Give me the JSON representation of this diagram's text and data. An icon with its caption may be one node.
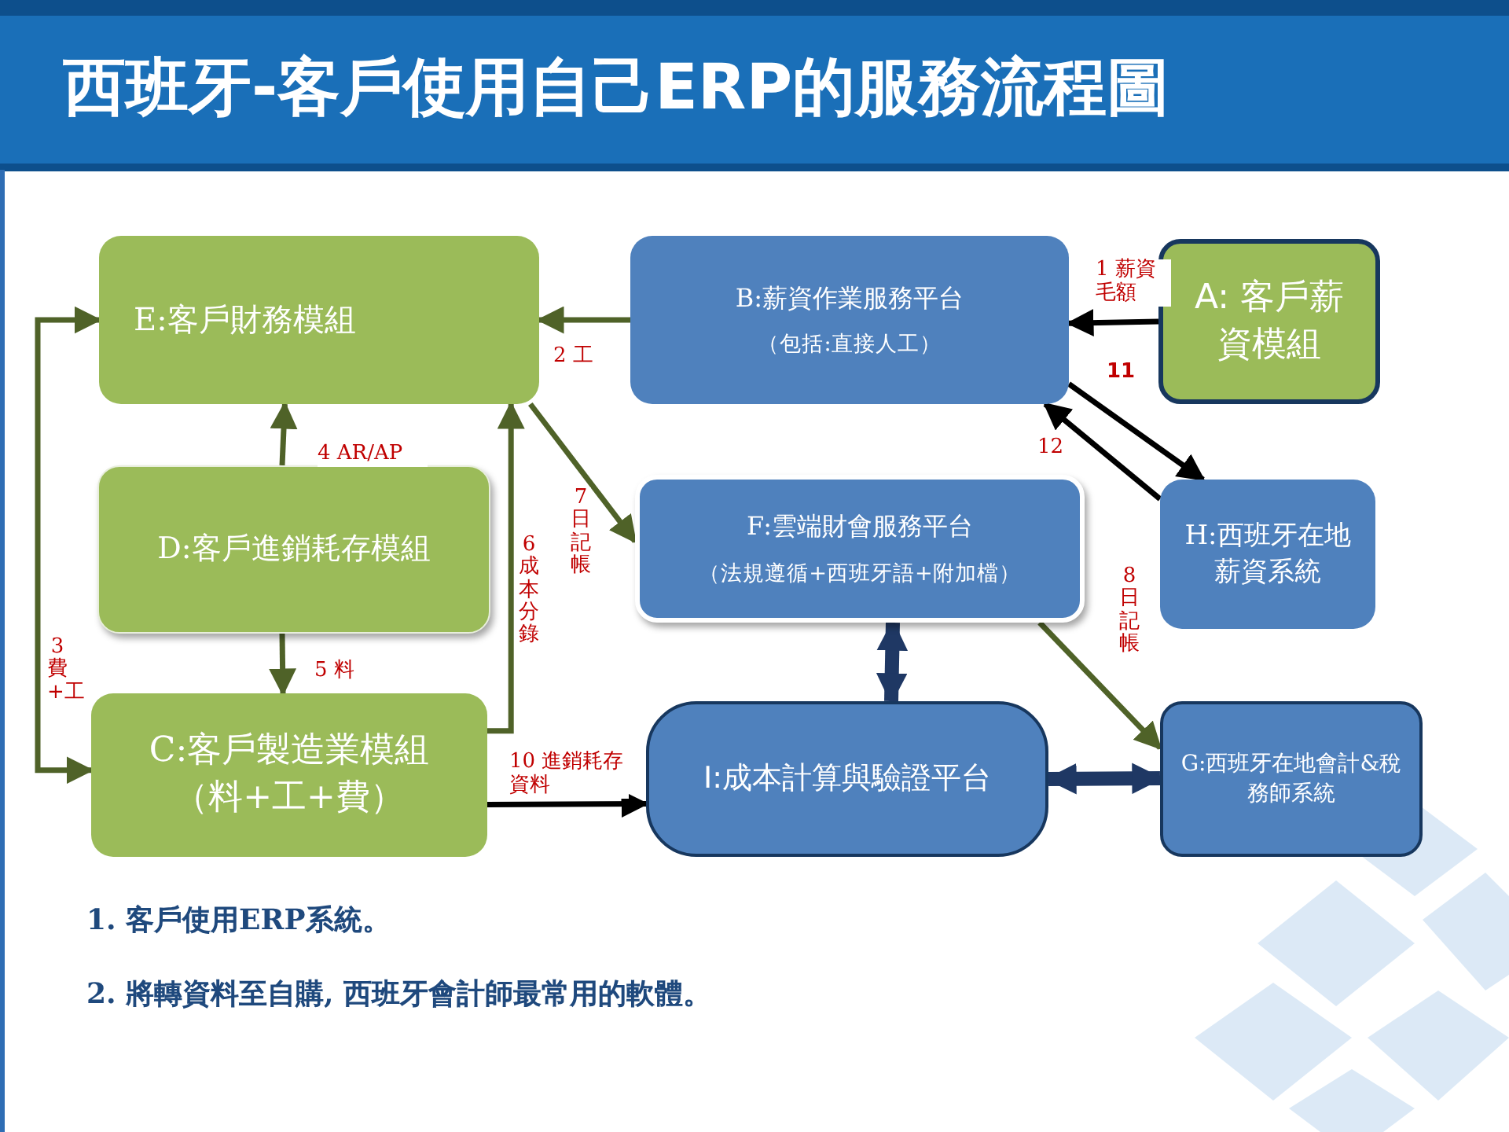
{
  "diagram": {
    "title": "西班牙-客戶使用自己ERP的服務流程圖",
    "nodes": [
      {
        "text": [
          "E:客戶財務模組"
        ]
      },
      {
        "text": [
          "B:薪資作業服務平台",
          "（包括:直接人工）"
        ]
      },
      {
        "text": [
          "A: 客戶薪資模組"
        ]
      },
      {
        "text": [
          "D:客戶進銷耗存模組"
        ]
      },
      {
        "text": [
          "F:雲端財會服務平台",
          "（法規遵循+西班牙語+附加檔）"
        ]
      },
      {
        "text": [
          "H:西班牙在地薪資系統"
        ]
      },
      {
        "text": [
          "C:客戶製造業模組",
          "（料+工+費）"
        ]
      },
      {
        "text": [
          "I:成本計算與驗證平台"
        ]
      },
      {
        "text": [
          "G:西班牙在地會計&稅務師系統"
        ]
      }
    ],
    "edges": [
      {
        "from": 2,
        "to": 1,
        "arrow": "to",
        "label": "1 薪資毛額",
        "color": "#000000"
      },
      {
        "from": 1,
        "to": 0,
        "arrow": "to",
        "label": "2 工"
      },
      {
        "from": 0,
        "to": 6,
        "arrow": "both",
        "label": "3 費+工"
      },
      {
        "from": 3,
        "to": 0,
        "arrow": "to",
        "label": "4 AR/AP"
      },
      {
        "from": 3,
        "to": 6,
        "arrow": "to",
        "label": "5 料"
      },
      {
        "from": 6,
        "to": 0,
        "arrow": "to",
        "label": "6 成本分錄"
      },
      {
        "from": 0,
        "to": 4,
        "arrow": "to",
        "label": "7 日記帳"
      },
      {
        "from": 4,
        "to": 8,
        "arrow": "to",
        "label": "8 日記帳"
      },
      {
        "from": 6,
        "to": 7,
        "arrow": "to",
        "label": "10 進銷耗存資料",
        "color": "#000000"
      },
      {
        "from": 1,
        "to": 5,
        "arrow": "to",
        "label": "11",
        "color": "#000000"
      },
      {
        "from": 5,
        "to": 1,
        "arrow": "to",
        "label": "12",
        "color": "#000000"
      },
      {
        "from": 4,
        "to": 7,
        "arrow": "both",
        "style": "thick",
        "color": "#1f3864"
      },
      {
        "from": 7,
        "to": 8,
        "arrow": "both",
        "style": "thick",
        "color": "#1f3864"
      }
    ],
    "labels": [
      "1. 客戶使用ERP系統。",
      "2. 將轉資料至自購, 西班牙會計師最常用的軟體。"
    ]
  }
}
